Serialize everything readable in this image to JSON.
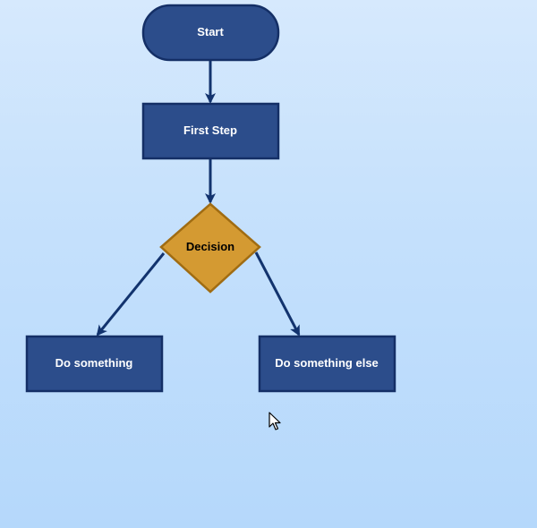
{
  "nodes": {
    "start": {
      "label": "Start"
    },
    "first_step": {
      "label": "First Step"
    },
    "decision": {
      "label": "Decision"
    },
    "do_something": {
      "label": "Do something"
    },
    "do_something_else": {
      "label": "Do something else"
    }
  },
  "colors": {
    "node_fill": "#2c4d8b",
    "node_border": "#142f66",
    "node_text": "#ffffff",
    "decision_fill": "#d49a32",
    "decision_border": "#a06c12",
    "decision_text": "#000000",
    "connector": "#12336e"
  },
  "icons": {
    "cursor": "mouse-pointer-icon"
  }
}
